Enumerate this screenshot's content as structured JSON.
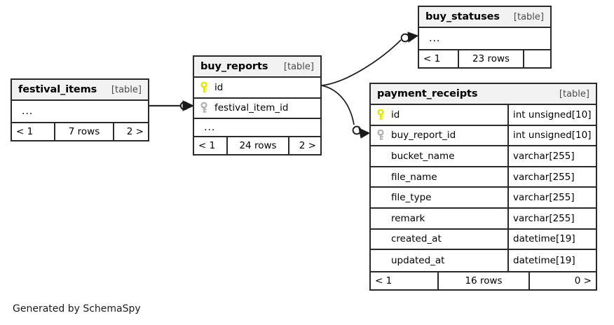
{
  "diagram": {
    "type": "entity-relationship-diagram",
    "generator_credit": "Generated by SchemaSpy",
    "table_tag": "[table]",
    "ellipsis": "...",
    "colors": {
      "border": "#2a2a2a",
      "header_background": "#f2f2f2",
      "primary_key_icon": "#e6e600",
      "foreign_key_icon": "#b3b3b3",
      "background": "#ffffff"
    }
  },
  "tables": [
    {
      "id": "festival_items",
      "name": "festival_items",
      "tag": "[table]",
      "rows": [
        {
          "kind": "ellipsis",
          "name": "...",
          "key": "none",
          "type": ""
        }
      ],
      "footer": {
        "left": "< 1",
        "middle": "7 rows",
        "right": "2 >"
      }
    },
    {
      "id": "buy_reports",
      "name": "buy_reports",
      "tag": "[table]",
      "rows": [
        {
          "kind": "column",
          "name": "id",
          "key": "primary",
          "type": ""
        },
        {
          "kind": "column",
          "name": "festival_item_id",
          "key": "foreign",
          "type": ""
        },
        {
          "kind": "ellipsis",
          "name": "...",
          "key": "none",
          "type": ""
        }
      ],
      "footer": {
        "left": "< 1",
        "middle": "24 rows",
        "right": "2 >"
      }
    },
    {
      "id": "buy_statuses",
      "name": "buy_statuses",
      "tag": "[table]",
      "rows": [
        {
          "kind": "ellipsis",
          "name": "...",
          "key": "none",
          "type": ""
        }
      ],
      "footer": {
        "left": "< 1",
        "middle": "23 rows",
        "right": ""
      }
    },
    {
      "id": "payment_receipts",
      "name": "payment_receipts",
      "tag": "[table]",
      "rows": [
        {
          "kind": "column",
          "name": "id",
          "key": "primary",
          "type": "int unsigned[10]"
        },
        {
          "kind": "column",
          "name": "buy_report_id",
          "key": "foreign",
          "type": "int unsigned[10]"
        },
        {
          "kind": "column",
          "name": "bucket_name",
          "key": "none",
          "type": "varchar[255]"
        },
        {
          "kind": "column",
          "name": "file_name",
          "key": "none",
          "type": "varchar[255]"
        },
        {
          "kind": "column",
          "name": "file_type",
          "key": "none",
          "type": "varchar[255]"
        },
        {
          "kind": "column",
          "name": "remark",
          "key": "none",
          "type": "varchar[255]"
        },
        {
          "kind": "column",
          "name": "created_at",
          "key": "none",
          "type": "datetime[19]"
        },
        {
          "kind": "column",
          "name": "updated_at",
          "key": "none",
          "type": "datetime[19]"
        }
      ],
      "footer": {
        "left": "< 1",
        "middle": "16 rows",
        "right": "0 >"
      }
    }
  ],
  "relationships": [
    {
      "from": "festival_items",
      "to": "buy_reports",
      "from_cardinality": "one",
      "to_cardinality": "many"
    },
    {
      "from": "buy_reports",
      "to": "buy_statuses",
      "from_cardinality": "one",
      "to_cardinality": "many"
    },
    {
      "from": "buy_reports",
      "to": "payment_receipts",
      "from_cardinality": "one",
      "to_cardinality": "many"
    }
  ]
}
